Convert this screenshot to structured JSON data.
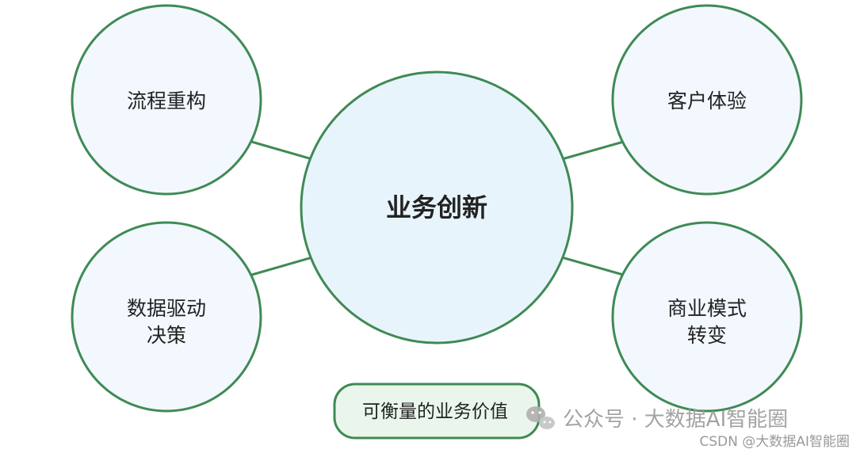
{
  "diagram": {
    "center": {
      "label": "业务创新"
    },
    "satellites": [
      {
        "id": "process",
        "lines": [
          "流程重构"
        ]
      },
      {
        "id": "experience",
        "lines": [
          "客户体验"
        ]
      },
      {
        "id": "data",
        "lines": [
          "数据驱动",
          "决策"
        ]
      },
      {
        "id": "business",
        "lines": [
          "商业模式",
          "转变"
        ]
      }
    ],
    "footer_box": {
      "label": "可衡量的业务价值"
    }
  },
  "watermark": {
    "wechat_text": "公众号 · 大数据AI智能圈",
    "csdn_text": "CSDN @大数据AI智能圈"
  },
  "colors": {
    "stroke": "#3f8a55",
    "center_fill": "#e8f4fc",
    "satellite_fill": "#f2f8fd",
    "box_fill": "#eaf6ec",
    "text": "#222222",
    "watermark": "#9a9a9a"
  }
}
